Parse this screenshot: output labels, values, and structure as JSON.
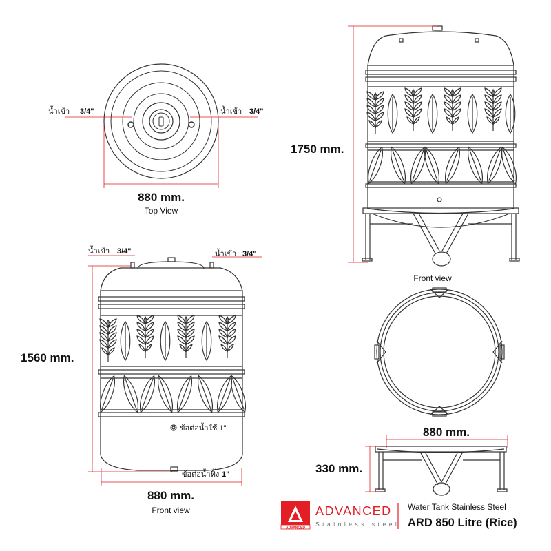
{
  "colors": {
    "dimension_line": "#e31e24",
    "outline": "#333333",
    "brand_red": "#e31e24",
    "brand_gray": "#6d6e71"
  },
  "top_view": {
    "inlet_left": "น้ำเข้า",
    "inlet_left_size": "3/4\"",
    "inlet_right": "น้ำเข้า",
    "inlet_right_size": "3/4\"",
    "width": "880 mm.",
    "caption": "Top View"
  },
  "front_view_stand": {
    "height": "1750 mm.",
    "caption": "Front view"
  },
  "front_view_tank": {
    "inlet_left": "น้ำเข้า",
    "inlet_left_size": "3/4\"",
    "inlet_right": "น้ำเข้า",
    "inlet_right_size": "3/4\"",
    "height": "1560 mm.",
    "outlet_use": "ข้อต่อน้ำใช้ 1\"",
    "outlet_drain": "ข้อต่อน้ำทิ้ง",
    "outlet_drain_size": "1\"",
    "width": "880 mm.",
    "caption": "Front view"
  },
  "stand": {
    "width": "880 mm.",
    "height": "330 mm."
  },
  "brand": {
    "name": "ADVANCED",
    "tagline": "Stainless steel",
    "logo_text": "ADVANCED",
    "product_line": "Water Tank Stainless Steel",
    "model": "ARD 850 Litre (Rice)"
  }
}
